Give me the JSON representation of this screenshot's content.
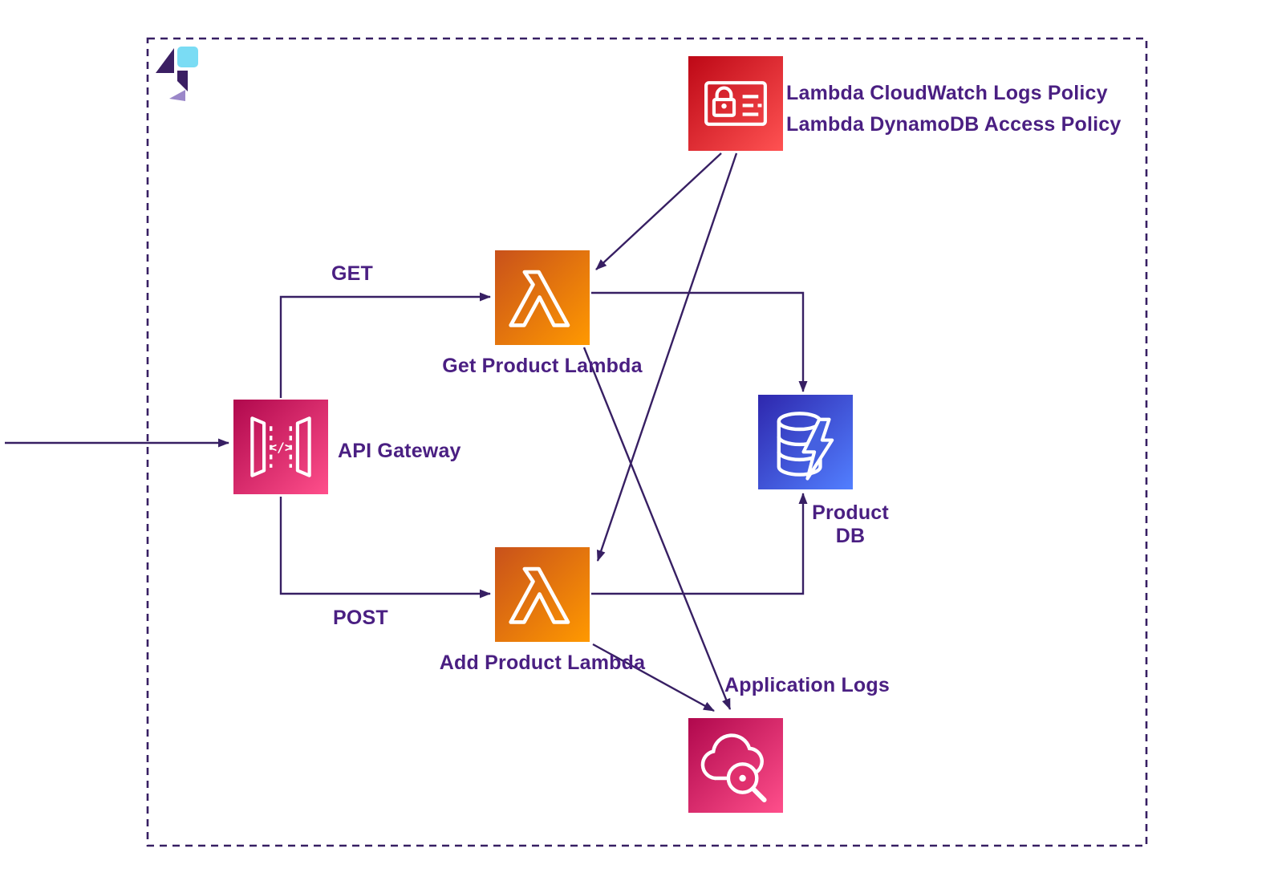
{
  "colors": {
    "line": "#371f63",
    "text": "#4a1f82",
    "iam_gradient_start": "#bd0816",
    "iam_gradient_end": "#ff5252",
    "lambda_gradient_start": "#c8511b",
    "lambda_gradient_end": "#ff9900",
    "gateway_gradient_start": "#b0084d",
    "gateway_gradient_end": "#ff4f8b",
    "cloudwatch_gradient_start": "#b0084d",
    "cloudwatch_gradient_end": "#ff4f8b",
    "dynamodb_gradient_start": "#2e27ad",
    "dynamodb_gradient_end": "#527fff",
    "logo_cyan": "#7adcf4",
    "logo_purple": "#3b1f63",
    "logo_lavender": "#9b87c9"
  },
  "icons": {
    "policy": "iam-policy-icon",
    "get_lambda": "lambda-icon",
    "add_lambda": "lambda-icon",
    "api_gateway": "api-gateway-icon",
    "product_db": "dynamodb-icon",
    "app_logs": "cloudwatch-icon",
    "logo": "diagram-tool-logo"
  },
  "policy": {
    "line1": "Lambda CloudWatch Logs Policy",
    "line2": "Lambda DynamoDB Access Policy"
  },
  "nodes": {
    "api_gateway": {
      "label": "API Gateway"
    },
    "get_lambda": {
      "label": "Get Product Lambda"
    },
    "add_lambda": {
      "label": "Add Product Lambda"
    },
    "product_db": {
      "label_line1": "Product",
      "label_line2": "DB"
    },
    "app_logs": {
      "label": "Application Logs"
    }
  },
  "edges": {
    "get_label": "GET",
    "post_label": "POST"
  }
}
